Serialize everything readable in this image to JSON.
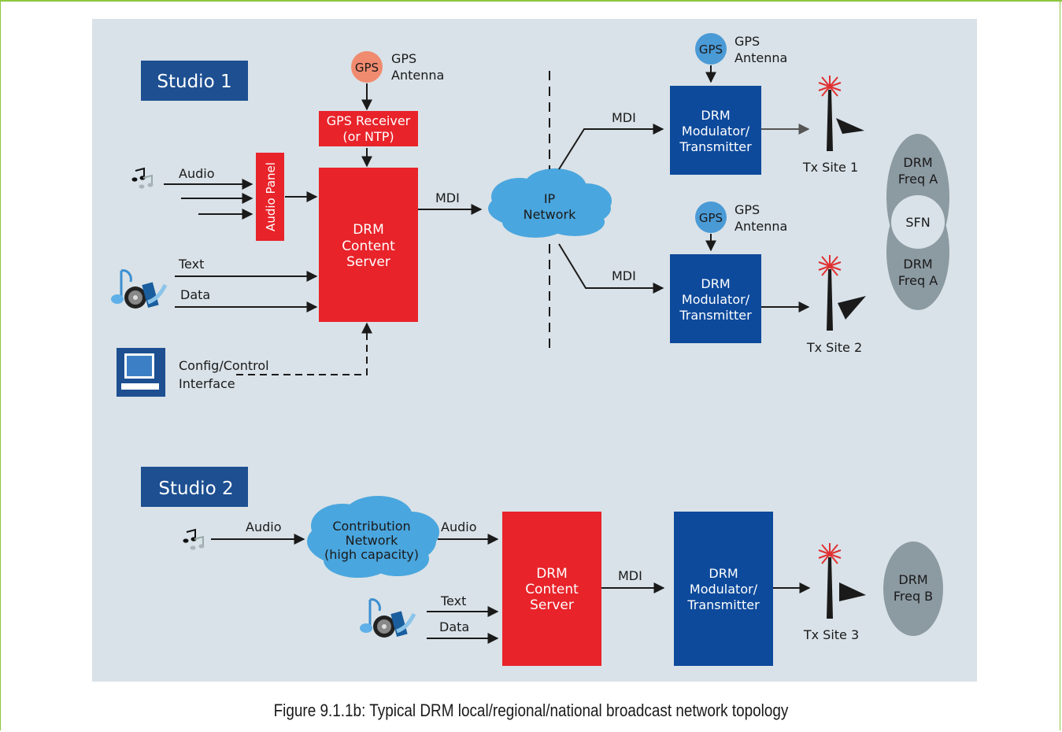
{
  "studio1": {
    "title": "Studio 1"
  },
  "studio2": {
    "title": "Studio 2"
  },
  "gps": {
    "badge": "GPS",
    "label_line1": "GPS",
    "label_line2": "Antenna"
  },
  "gps_receiver": {
    "line1": "GPS Receiver",
    "line2": "(or NTP)"
  },
  "audio_panel": "Audio Panel",
  "content_server": {
    "line1": "DRM",
    "line2": "Content",
    "line3": "Server"
  },
  "modulator": {
    "line1": "DRM",
    "line2": "Modulator/",
    "line3": "Transmitter"
  },
  "ip_network": {
    "line1": "IP",
    "line2": "Network"
  },
  "contribution_network": {
    "line1": "Contribution",
    "line2": "Network",
    "line3": "(high capacity)"
  },
  "labels": {
    "audio": "Audio",
    "text": "Text",
    "data": "Data",
    "mdi": "MDI",
    "config_line1": "Config/Control",
    "config_line2": "Interface"
  },
  "tx_sites": [
    "Tx Site 1",
    "Tx Site 2",
    "Tx Site 3"
  ],
  "freq": {
    "drm": "DRM",
    "freq_a": "Freq A",
    "freq_b": "Freq B",
    "sfn": "SFN"
  },
  "caption": "Figure 9.1.1b: Typical DRM local/regional/national broadcast network topology",
  "colors": {
    "background": "#d9e2e8",
    "studio_blue": "#1d4f91",
    "server_red": "#e8232a",
    "modulator_blue": "#0d4a9c",
    "gps_orange": "#f08b6f",
    "gps_blue": "#4a9ad6",
    "cloud": "#4aa6de",
    "freq_gray": "#8c9aa2",
    "frame_green": "#8cc63f"
  }
}
